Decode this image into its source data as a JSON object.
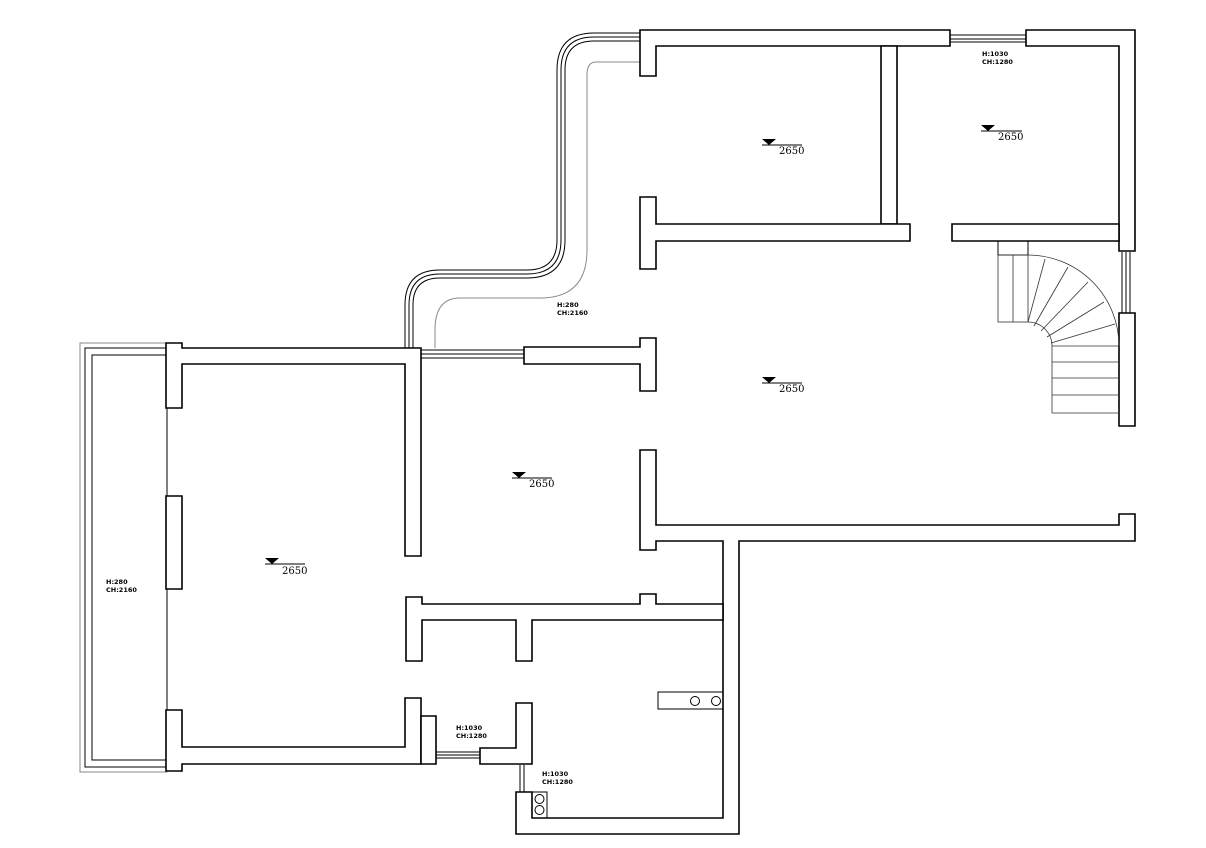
{
  "floor_plan": {
    "level_marks": [
      "2650",
      "2650",
      "2650",
      "2650",
      "2650"
    ],
    "opening_notes": [
      {
        "h": "H:1030",
        "ch": "CH:1280"
      },
      {
        "h": "H:280",
        "ch": "CH:2160"
      },
      {
        "h": "H:280",
        "ch": "CH:2160"
      },
      {
        "h": "H:1030",
        "ch": "CH:1280"
      },
      {
        "h": "H:1030",
        "ch": "CH:1280"
      }
    ]
  }
}
